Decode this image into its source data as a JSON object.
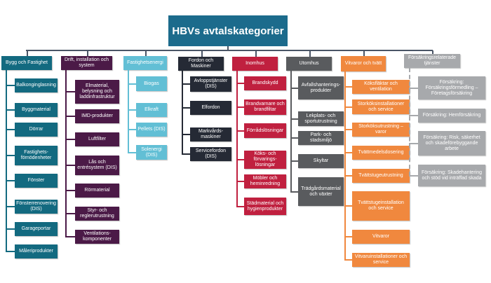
{
  "title": "HBVs avtalskategorier",
  "categories": [
    {
      "label": "Bygg och Fastighet",
      "color": "#136a80",
      "items": [
        "Balkonginglasning",
        "Byggmaterial",
        "Dörrar",
        "Fastighets-förnödenheter",
        "Fönster",
        "Fönsterrenovering (DIS)",
        "Garageportar",
        "Måleriprodukter"
      ]
    },
    {
      "label": "Drift, installation och system",
      "color": "#4b1a47",
      "items": [
        "Elmaterial, belysning och laddinfrastruktur",
        "IMD-produkter",
        "Luftfilter",
        "Lås och entrésystem (DIS)",
        "Rörmaterial",
        "Styr- och reglerutrustning",
        "Ventilations-komponenter"
      ]
    },
    {
      "label": "Fastighetsenergi",
      "color": "#62bfd5",
      "items": [
        "Biogas",
        "Elkraft",
        "Pellets (DIS)",
        "Solenergi (DIS)"
      ]
    },
    {
      "label": "Fordon och Maskiner",
      "color": "#252a35",
      "items": [
        "Avloppstjänster (DIS)",
        "Elfordon",
        "Markvårds-maskiner",
        "Servicefordon (DIS)"
      ]
    },
    {
      "label": "Inomhus",
      "color": "#c0203f",
      "items": [
        "Brandskydd",
        "Brandvarnare och brandfiltar",
        "Förrådslösningar",
        "Köks- och förvarings-lösningar",
        "Möbler och heminredning",
        "Städmaterial och hygienprodukter"
      ]
    },
    {
      "label": "Utomhus",
      "color": "#595b5e",
      "items": [
        "Avfallshanterings-produkter",
        "Lekplats- och sportutrustning",
        "Park- och stadsmiljö",
        "Skyltar",
        "Trädgårdsmaterial och växter"
      ]
    },
    {
      "label": "Vitvaror och tvätt",
      "color": "#f0883e",
      "items": [
        "Köksfläktar och ventilation",
        "Storköksinstallationer och service",
        "Storköksutrustning – varor",
        "Tvättmedelsdosering",
        "Tvättstugeutrustning",
        "Tvättstugeinstallation och service",
        "Vitvaror",
        "Vitvaruinstallationer och service"
      ]
    },
    {
      "label": "Försäkringsrelaterade tjänster",
      "color": "#a7a9ac",
      "items": [
        "Försäkring: Försäkringsförmedling – Företagsförsäkring",
        "Försäkring: Hemförsäkring",
        "Försäkring: Risk, säkerhet och skadeförebyggande arbete",
        "Försäkring: Skadehantering och stöd vid inträffad skada"
      ]
    }
  ]
}
